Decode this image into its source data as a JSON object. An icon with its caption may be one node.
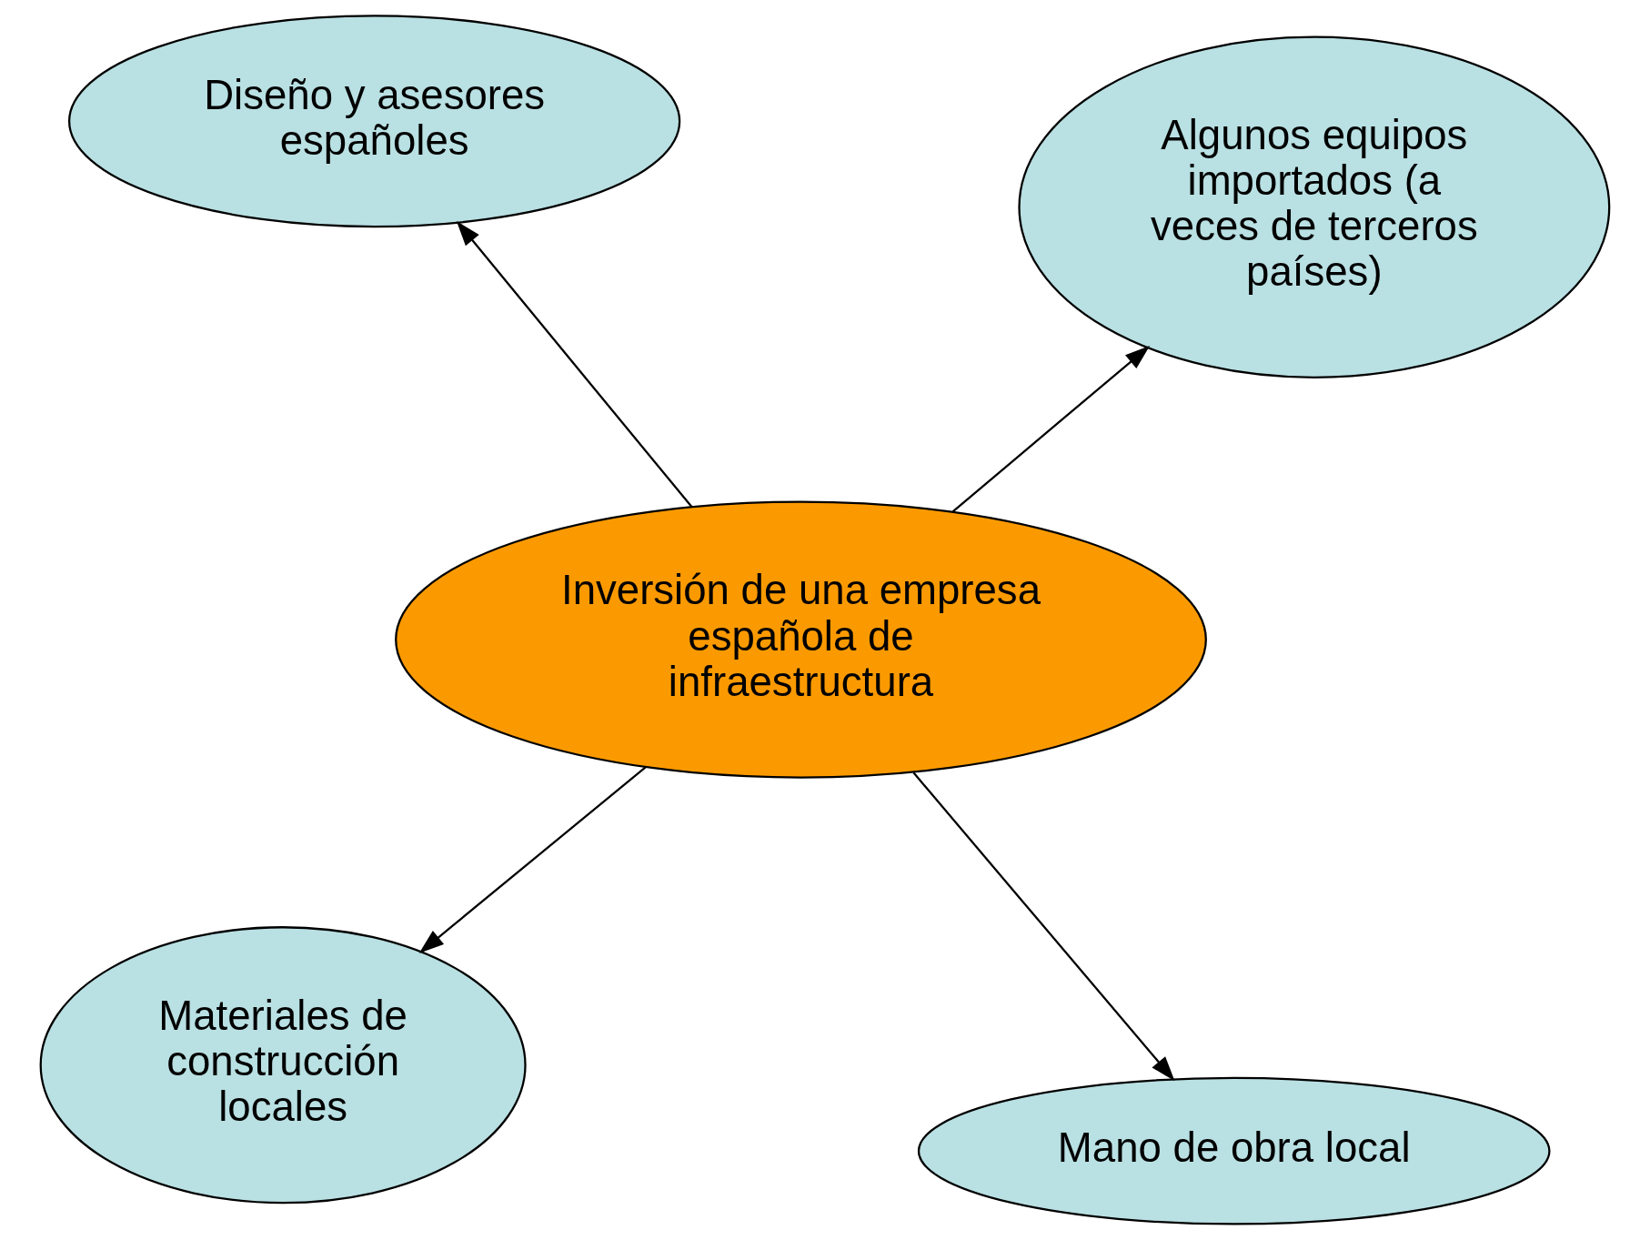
{
  "diagram": {
    "nodes": [
      {
        "text": [
          "Materiales de construcción locales"
        ]
      },
      {
        "text": [
          "Mano de obra local"
        ]
      },
      {
        "text": [
          "Inversión de una empresa española de infraestructura"
        ]
      },
      {
        "text": [
          "Diseño y asesores españoles"
        ]
      },
      {
        "text": [
          "Algunos equipos importados (a veces de terceros países)"
        ]
      }
    ],
    "edges": [
      {
        "from": 2,
        "to": 0,
        "arrow": "to"
      },
      {
        "from": 2,
        "to": 1,
        "arrow": "to"
      },
      {
        "from": 2,
        "to": 4,
        "arrow": "to"
      },
      {
        "from": 2,
        "to": 3,
        "arrow": "to"
      }
    ]
  }
}
